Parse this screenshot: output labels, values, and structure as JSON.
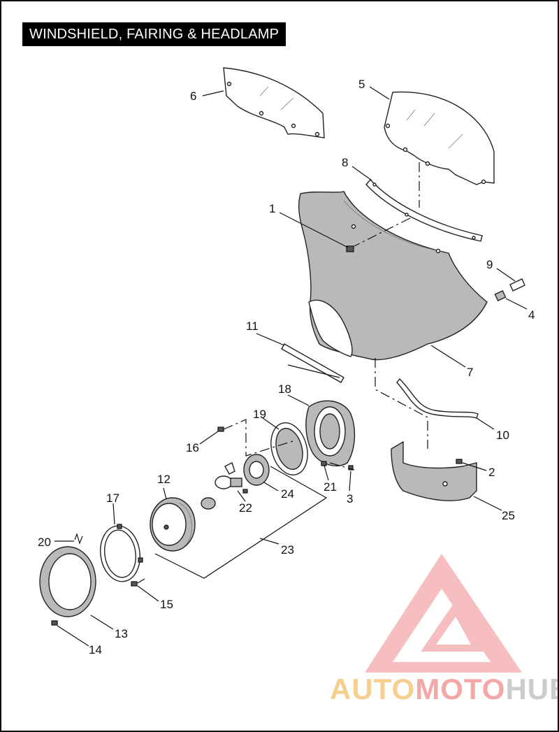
{
  "title": "WINDSHIELD, FAIRING & HEADLAMP",
  "callouts": [
    {
      "id": "c1",
      "label": "1"
    },
    {
      "id": "c2",
      "label": "2"
    },
    {
      "id": "c3",
      "label": "3"
    },
    {
      "id": "c4",
      "label": "4"
    },
    {
      "id": "c5",
      "label": "5"
    },
    {
      "id": "c6",
      "label": "6"
    },
    {
      "id": "c7",
      "label": "7"
    },
    {
      "id": "c8",
      "label": "8"
    },
    {
      "id": "c9",
      "label": "9"
    },
    {
      "id": "c10",
      "label": "10"
    },
    {
      "id": "c11",
      "label": "11"
    },
    {
      "id": "c12",
      "label": "12"
    },
    {
      "id": "c13",
      "label": "13"
    },
    {
      "id": "c14",
      "label": "14"
    },
    {
      "id": "c15",
      "label": "15"
    },
    {
      "id": "c16",
      "label": "16"
    },
    {
      "id": "c17",
      "label": "17"
    },
    {
      "id": "c18",
      "label": "18"
    },
    {
      "id": "c19",
      "label": "19"
    },
    {
      "id": "c20",
      "label": "20"
    },
    {
      "id": "c21",
      "label": "21"
    },
    {
      "id": "c22",
      "label": "22"
    },
    {
      "id": "c23",
      "label": "23"
    },
    {
      "id": "c24",
      "label": "24"
    },
    {
      "id": "c25",
      "label": "25"
    }
  ],
  "watermark": {
    "part1": "AUTO",
    "part2": "MOTO",
    "part3": "HUB",
    "colors": {
      "auto": "#f4c06a",
      "moto": "#ef8a8a",
      "hub": "#bbbbbb",
      "logo": "#ef6b6b"
    }
  }
}
